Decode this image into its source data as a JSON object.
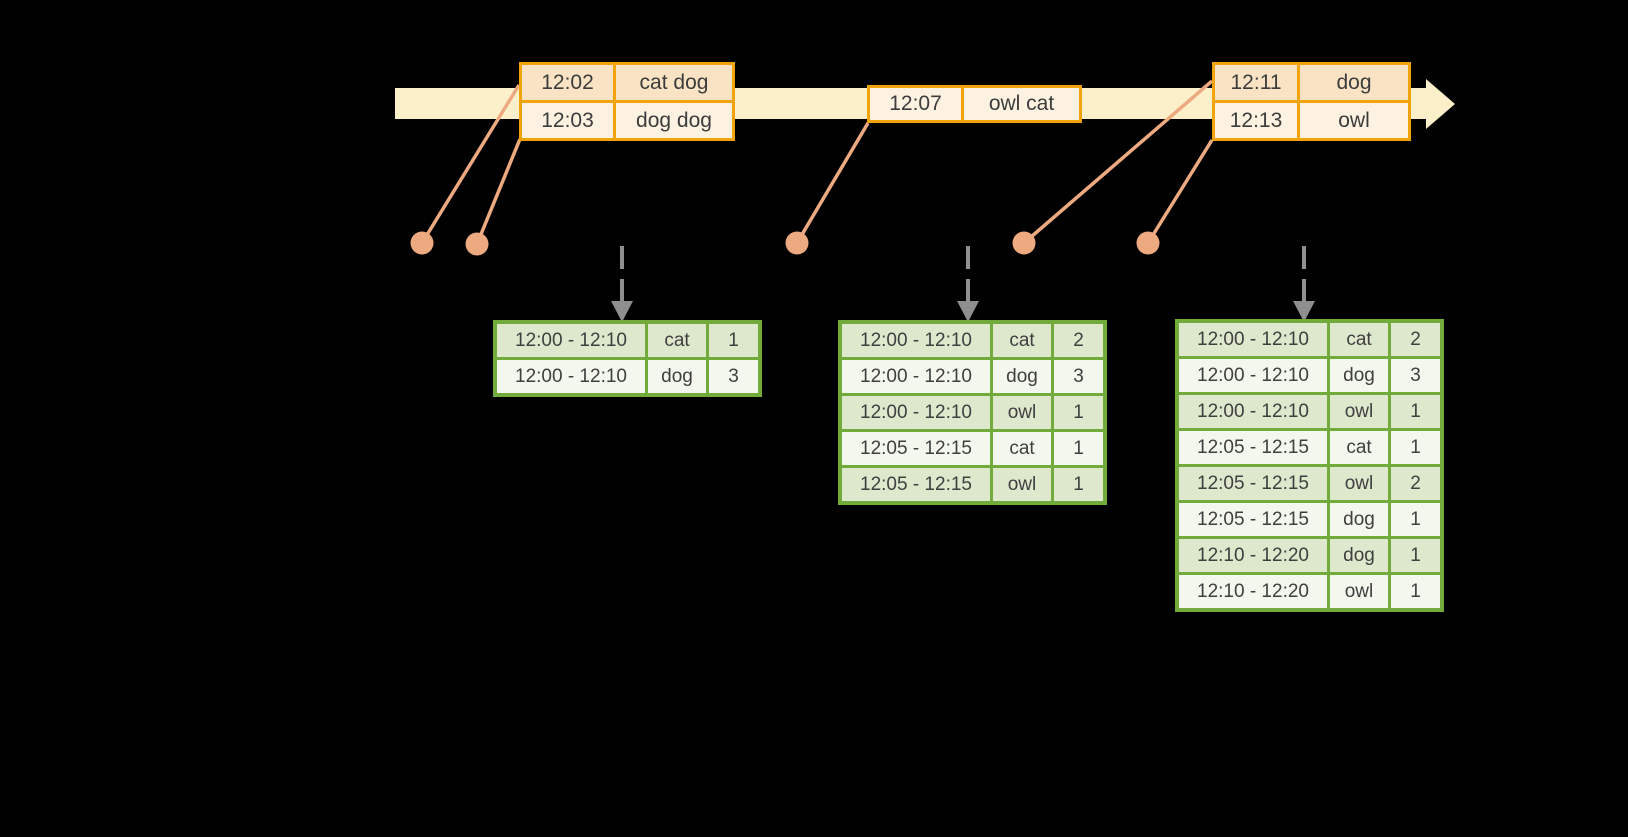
{
  "diagram": {
    "title": "windowed-word-count-stream-diagram",
    "background_color": "#000000",
    "colors": {
      "timeline_band": "#fcf0cb",
      "event_table_border": "#f0a30a",
      "event_row_peach": "#fae3c4",
      "event_row_cream": "#fdf2e2",
      "connector_salmon": "#edaa80",
      "trigger_arrow_gray": "#8f8f8f",
      "result_table_border": "#73aa3c",
      "result_row_sage": "#dde8cd",
      "result_row_white": "#f3f7ee",
      "text": "#3f3f3f"
    },
    "event_tables": [
      {
        "rows": [
          {
            "time": "12:02",
            "words": "cat dog",
            "tone": "peach"
          },
          {
            "time": "12:03",
            "words": "dog dog",
            "tone": "cream"
          }
        ]
      },
      {
        "rows": [
          {
            "time": "12:07",
            "words": "owl cat",
            "tone": "cream"
          }
        ]
      },
      {
        "rows": [
          {
            "time": "12:11",
            "words": "dog",
            "tone": "peach"
          },
          {
            "time": "12:13",
            "words": "owl",
            "tone": "cream"
          }
        ]
      }
    ],
    "result_tables": [
      {
        "rows": [
          {
            "window": "12:00 - 12:10",
            "word": "cat",
            "count": "1"
          },
          {
            "window": "12:00 - 12:10",
            "word": "dog",
            "count": "3"
          }
        ]
      },
      {
        "rows": [
          {
            "window": "12:00 - 12:10",
            "word": "cat",
            "count": "2"
          },
          {
            "window": "12:00 - 12:10",
            "word": "dog",
            "count": "3"
          },
          {
            "window": "12:00 - 12:10",
            "word": "owl",
            "count": "1"
          },
          {
            "window": "12:05 - 12:15",
            "word": "cat",
            "count": "1"
          },
          {
            "window": "12:05 - 12:15",
            "word": "owl",
            "count": "1"
          }
        ]
      },
      {
        "rows": [
          {
            "window": "12:00 - 12:10",
            "word": "cat",
            "count": "2"
          },
          {
            "window": "12:00 - 12:10",
            "word": "dog",
            "count": "3"
          },
          {
            "window": "12:00 - 12:10",
            "word": "owl",
            "count": "1"
          },
          {
            "window": "12:05 - 12:15",
            "word": "cat",
            "count": "1"
          },
          {
            "window": "12:05 - 12:15",
            "word": "owl",
            "count": "2"
          },
          {
            "window": "12:05 - 12:15",
            "word": "dog",
            "count": "1"
          },
          {
            "window": "12:10 - 12:20",
            "word": "dog",
            "count": "1"
          },
          {
            "window": "12:10 - 12:20",
            "word": "owl",
            "count": "1"
          }
        ]
      }
    ]
  }
}
